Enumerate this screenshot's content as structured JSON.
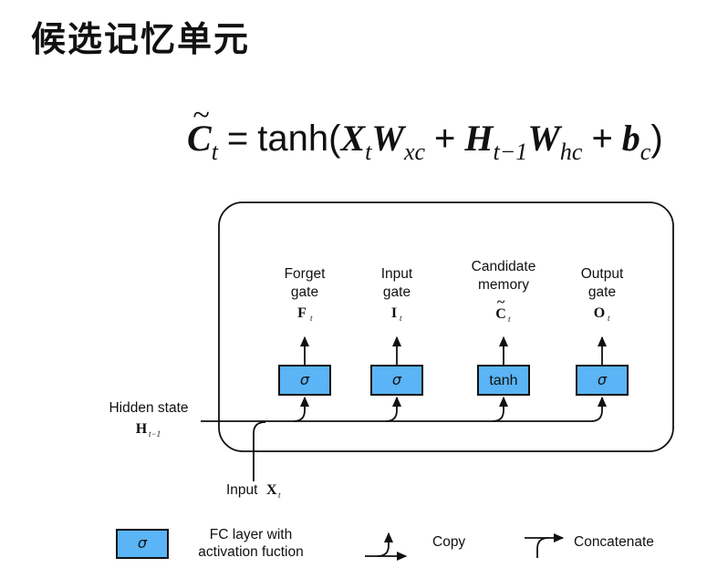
{
  "title": "候选记忆单元",
  "formula": {
    "lhs": "C",
    "lhs_sub": "t",
    "equals": "=",
    "func": "tanh(",
    "x": "X",
    "x_sub": "t",
    "w1": "W",
    "w1_sub": "xc",
    "plus1": "+",
    "h": "H",
    "h_sub": "t−1",
    "w2": "W",
    "w2_sub": "hc",
    "plus2": "+",
    "b": "b",
    "b_sub": "c",
    "close": ")"
  },
  "diagram": {
    "colors": {
      "box_fill": "#5ab4f5",
      "stroke": "#111111"
    },
    "gates": [
      {
        "line1": "Forget",
        "line2": "gate",
        "symbol": "F",
        "symbol_sub": "t",
        "activation": "σ"
      },
      {
        "line1": "Input",
        "line2": "gate",
        "symbol": "I",
        "symbol_sub": "t",
        "activation": "σ"
      },
      {
        "line1": "Candidate",
        "line2": "memory",
        "symbol": "C",
        "symbol_sub": "t",
        "activation": "tanh"
      },
      {
        "line1": "Output",
        "line2": "gate",
        "symbol": "O",
        "symbol_sub": "t",
        "activation": "σ"
      }
    ],
    "hidden_state": {
      "label": "Hidden state",
      "symbol": "H",
      "symbol_sub": "t−1"
    },
    "input": {
      "label": "Input",
      "symbol": "X",
      "symbol_sub": "t"
    }
  },
  "legend": {
    "fc_symbol": "σ",
    "fc_line1": "FC layer with",
    "fc_line2": "activation fuction",
    "copy": "Copy",
    "concatenate": "Concatenate"
  }
}
